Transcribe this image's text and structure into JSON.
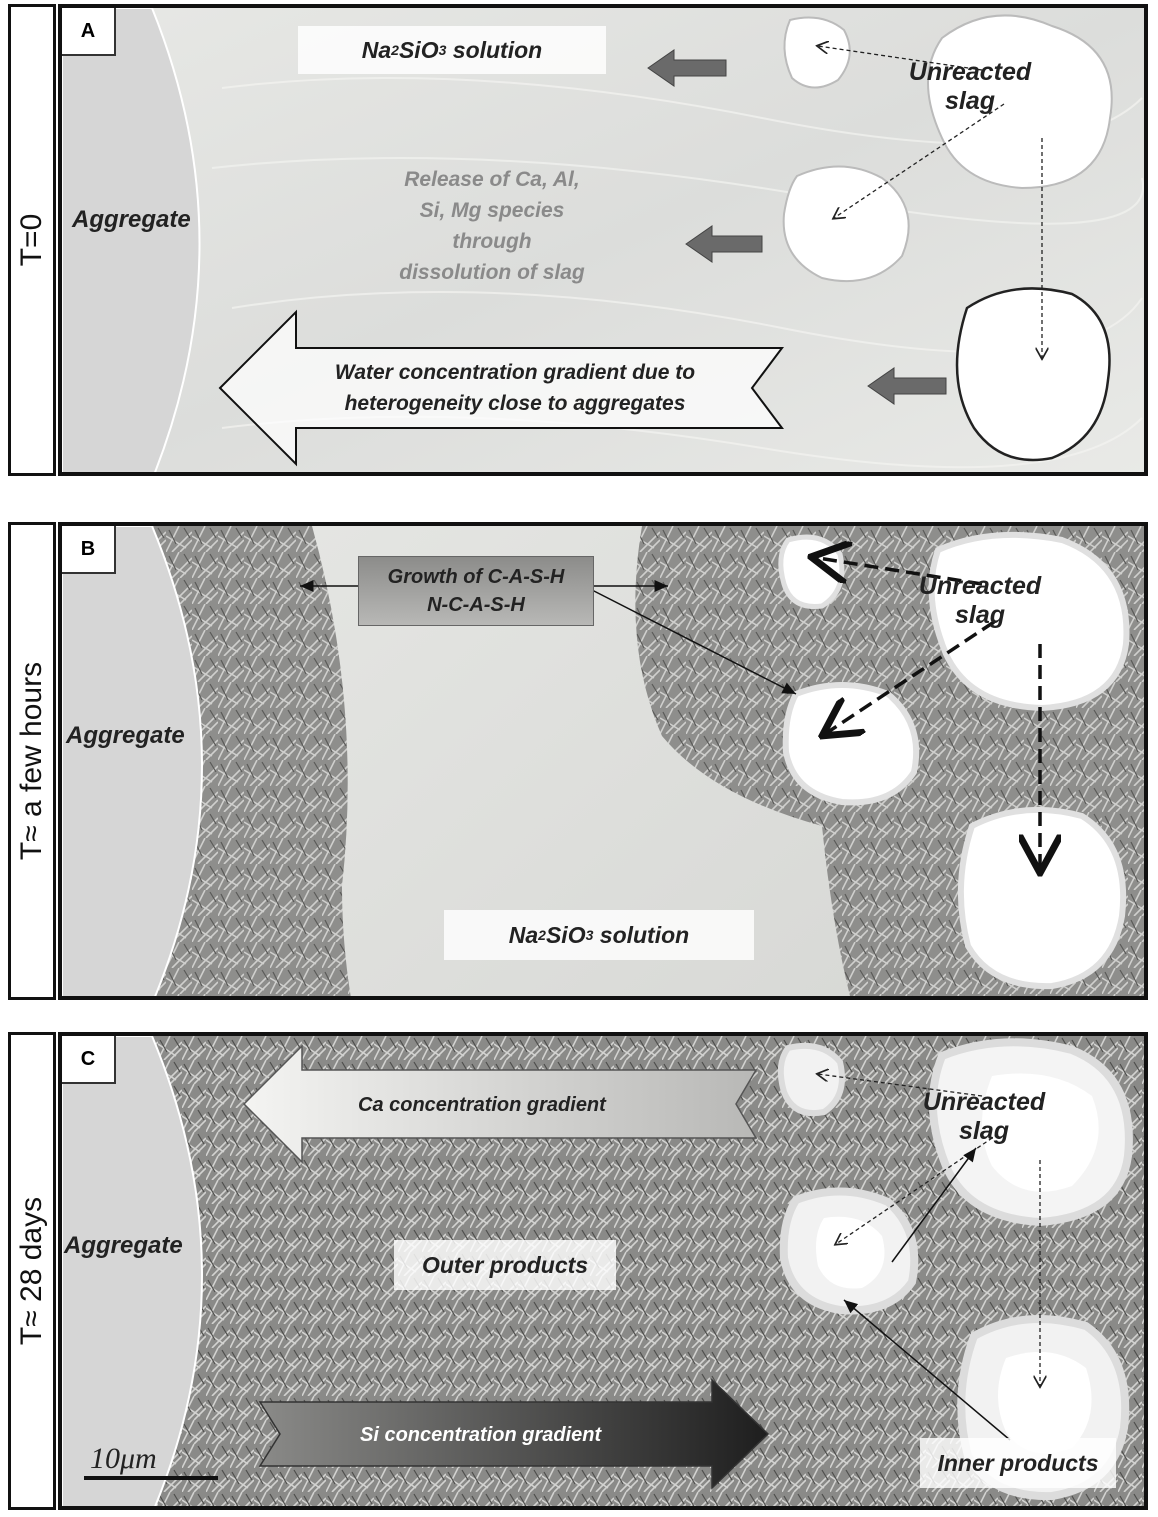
{
  "panels": {
    "a": {
      "letter": "A",
      "time": "T=0",
      "aggregate": "Aggregate",
      "solution_main": "Na",
      "solution_sub1": "2",
      "solution_mid": "SiO",
      "solution_sub2": "3",
      "solution_tail": " solution",
      "slag_line1": "Unreacted",
      "slag_line2": "slag",
      "release_lines": [
        "Release of Ca, Al,",
        "Si, Mg species",
        "through",
        "dissolution of slag"
      ],
      "water_lines": [
        "Water concentration gradient due to",
        "heterogeneity close to aggregates"
      ]
    },
    "b": {
      "letter": "B",
      "time": "T≈ a few hours",
      "aggregate": "Aggregate",
      "growth_lines": [
        "Growth of C-A-S-H",
        "N-C-A-S-H"
      ],
      "slag_line1": "Unreacted",
      "slag_line2": "slag",
      "solution_main": "Na",
      "solution_sub1": "2",
      "solution_mid": "SiO",
      "solution_sub2": "3",
      "solution_tail": " solution"
    },
    "c": {
      "letter": "C",
      "time": "T≈ 28 days",
      "aggregate": "Aggregate",
      "ca_gradient": "Ca concentration gradient",
      "slag_line1": "Unreacted",
      "slag_line2": "slag",
      "outer": "Outer products",
      "si_gradient": "Si concentration gradient",
      "inner": "Inner products",
      "scale": "10μm"
    }
  },
  "colors": {
    "aggregate": "#d6d6d6",
    "solution_bg": "#e4e5e2",
    "cash_bg": "#9a9a98",
    "slag": "#ffffff",
    "frame": "#111111"
  }
}
